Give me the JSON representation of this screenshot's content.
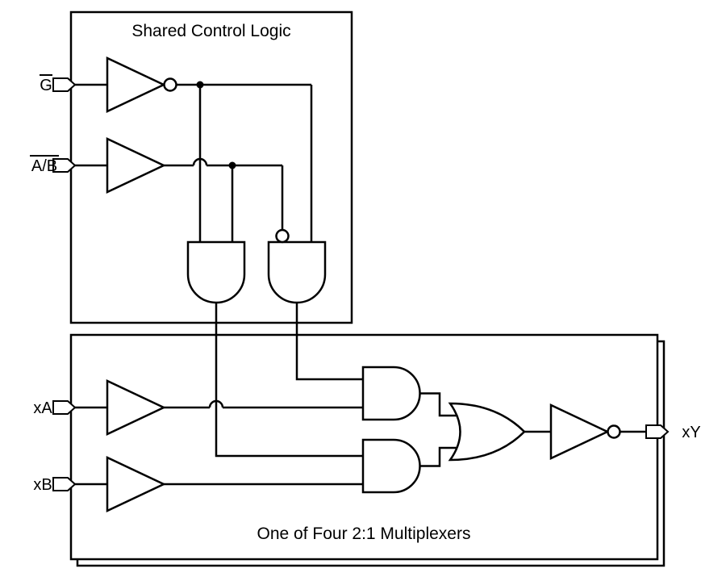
{
  "diagram": {
    "colors": {
      "line": "#000000",
      "background": "#ffffff"
    },
    "shared_control_logic": {
      "title": "Shared Control Logic",
      "inputs": [
        {
          "label": "G",
          "overbar": true
        },
        {
          "label": "A/B",
          "overbar": true
        }
      ],
      "gates": [
        "inverter",
        "buffer",
        "and",
        "and-with-inverted-input"
      ]
    },
    "multiplexer": {
      "title": "One of Four 2:1 Multiplexers",
      "inputs": [
        {
          "label": "xA"
        },
        {
          "label": "xB"
        }
      ],
      "output": {
        "label": "xY"
      },
      "gates": [
        "buffer",
        "buffer",
        "and",
        "and",
        "or",
        "inverter"
      ]
    }
  }
}
